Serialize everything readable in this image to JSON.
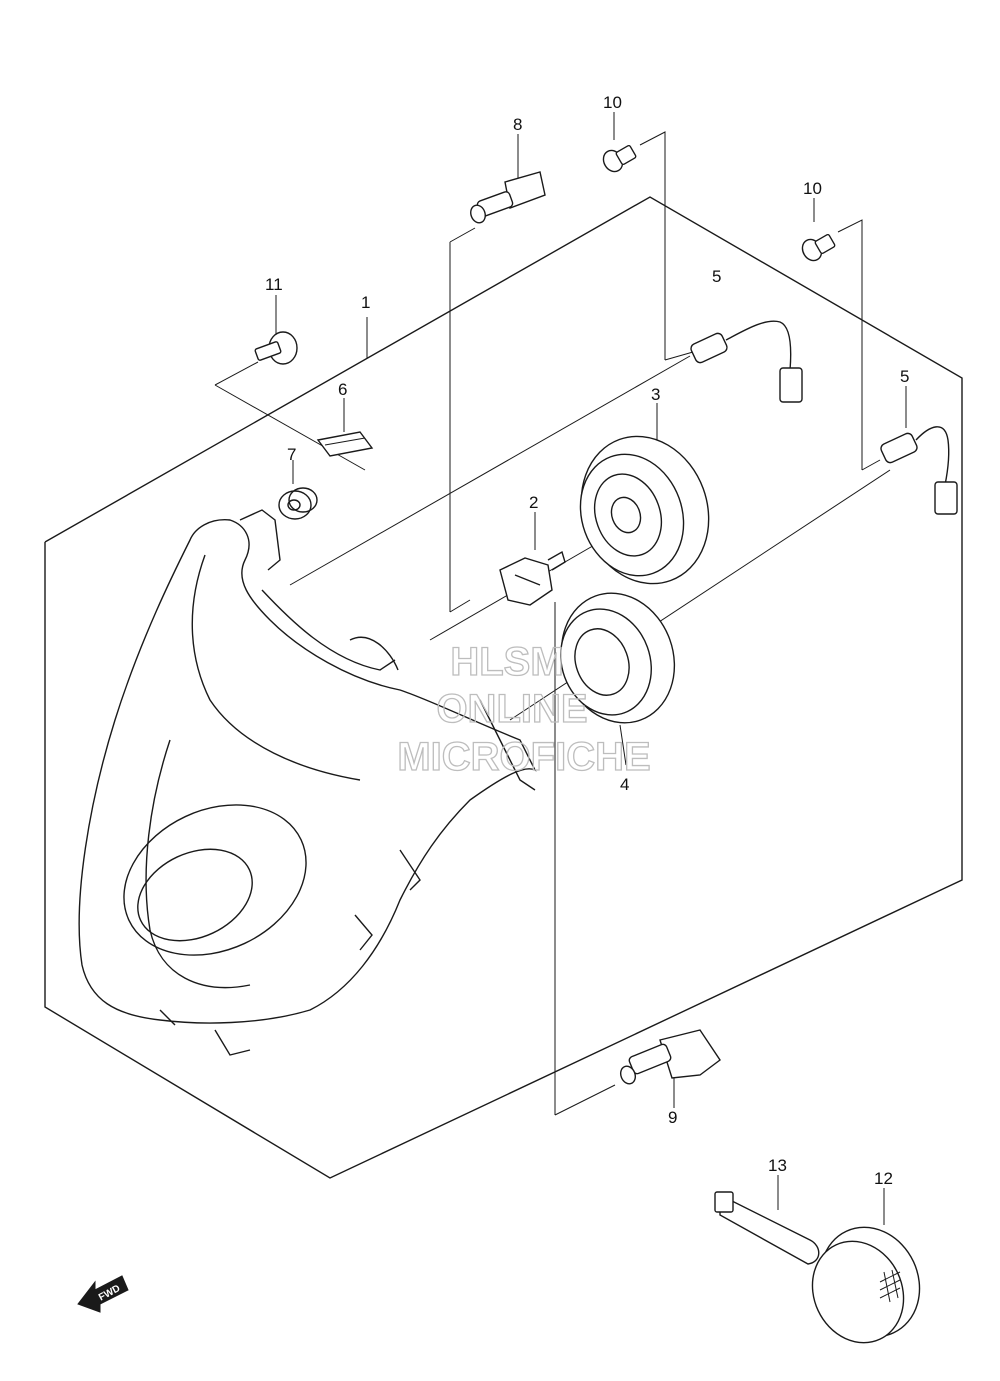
{
  "callouts": {
    "c1": "1",
    "c2": "2",
    "c3": "3",
    "c4": "4",
    "c5a": "5",
    "c5b": "5",
    "c6": "6",
    "c7": "7",
    "c8": "8",
    "c9": "9",
    "c10a": "10",
    "c10b": "10",
    "c11": "11",
    "c12": "12",
    "c13": "13"
  },
  "watermark": {
    "line1": "HLSM",
    "line2": "ONLINE",
    "line3": "MICROFICHE"
  },
  "direction": {
    "label": "FWD"
  }
}
